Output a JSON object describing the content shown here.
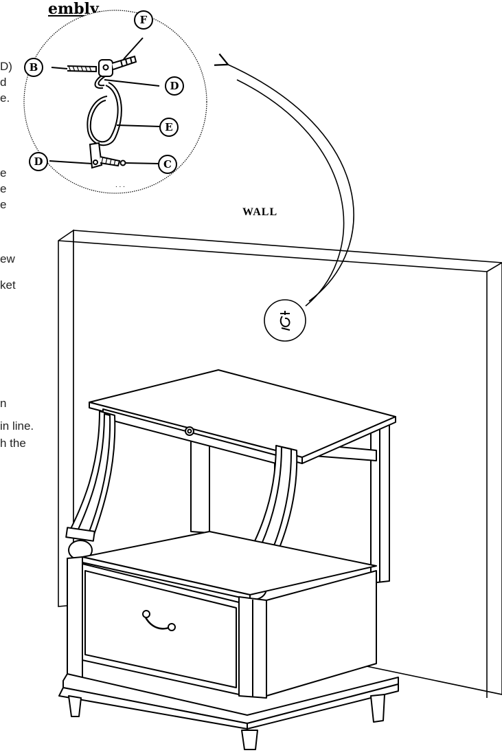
{
  "heading": "embly.",
  "instruction_fragments": [
    "D)",
    "d",
    "e.",
    "e",
    "e",
    "e",
    "ew",
    "ket",
    "n",
    "in line.",
    "h the"
  ],
  "callouts": {
    "b": "B",
    "c": "C",
    "d_upper": "D",
    "d_lower": "D",
    "e": "E",
    "f": "F"
  },
  "wall_label": "WALL",
  "colors": {
    "line": "#000000",
    "background": "#ffffff"
  }
}
